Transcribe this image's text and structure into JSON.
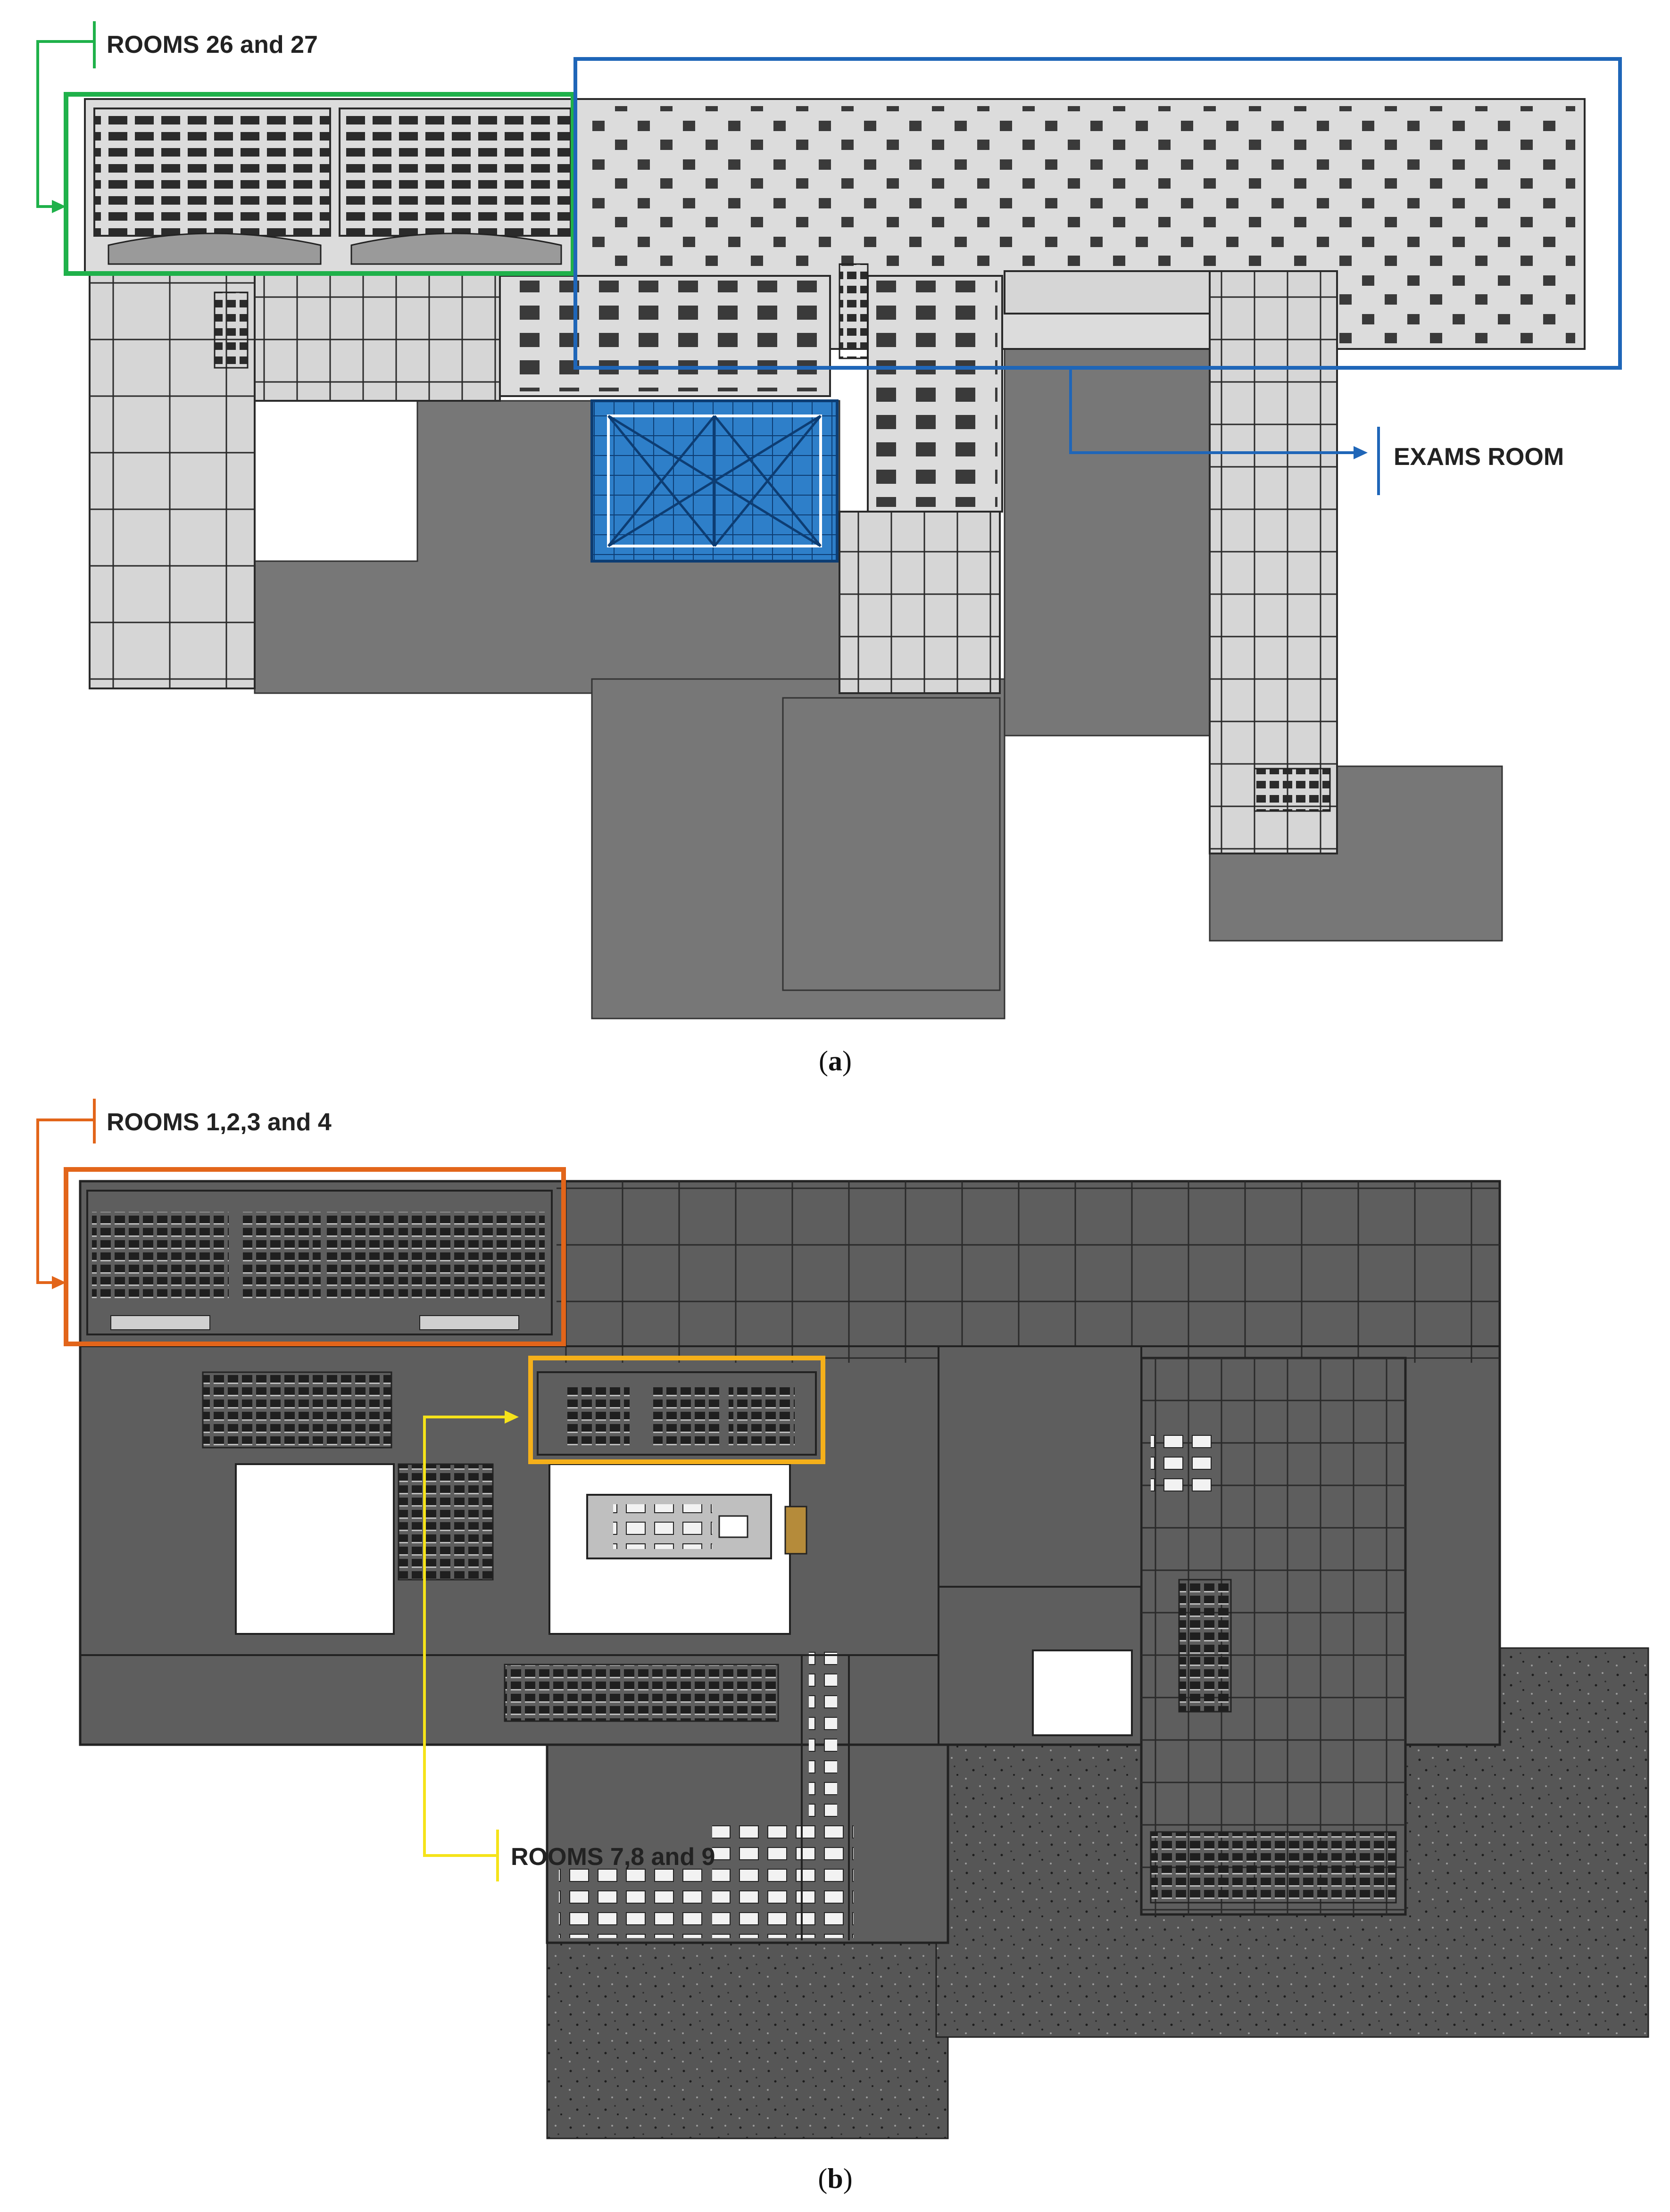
{
  "figure": {
    "panel_a": {
      "caption_open": "(",
      "caption_letter": "a",
      "caption_close": ")",
      "callouts": {
        "rooms_26_27": {
          "label": "ROOMS 26 and 27",
          "color": "#1fb14a"
        },
        "exams_room": {
          "label": "EXAMS ROOM",
          "color": "#1f66b8"
        }
      },
      "skylight_color": "#2e7fc9"
    },
    "panel_b": {
      "caption_open": "(",
      "caption_letter": "b",
      "caption_close": ")",
      "callouts": {
        "rooms_1_4": {
          "label": "ROOMS 1,2,3 and 4",
          "color": "#e2651a"
        },
        "rooms_7_9": {
          "label": "ROOMS 7,8 and 9",
          "color": "#f5e31a",
          "box_color": "#f5b01a"
        }
      }
    },
    "palette": {
      "outdoor": "#777777",
      "floor_light": "#d6d6d6",
      "floor_dark": "#5e5e5e",
      "wall": "#2a2a2a",
      "seat": "#2b2b2b",
      "terrain": "#555555"
    }
  }
}
